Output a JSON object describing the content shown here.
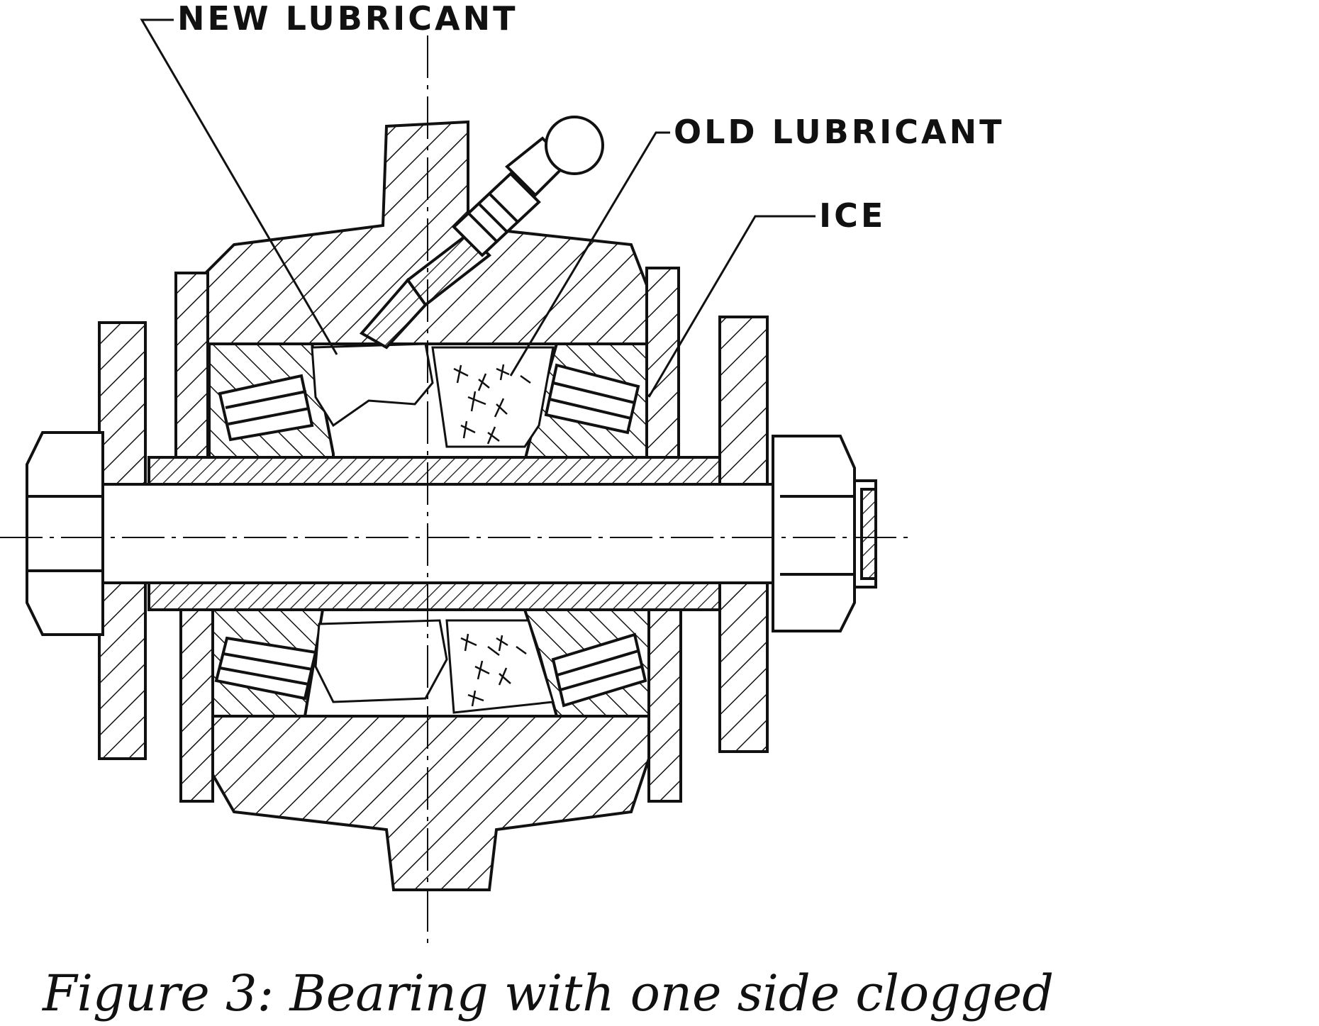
{
  "labels": {
    "new_lubricant": "NEW LUBRICANT",
    "old_lubricant": "OLD LUBRICANT",
    "ice": "ICE"
  },
  "caption": "Figure 3: Bearing with one side clogged",
  "colors": {
    "ink": "#111111",
    "paper": "#ffffff"
  }
}
